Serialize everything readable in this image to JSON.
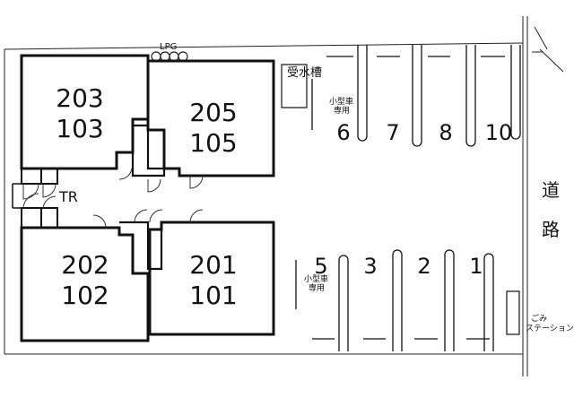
{
  "units": [
    {
      "id": "u-203-103",
      "upper": "203",
      "lower": "103"
    },
    {
      "id": "u-205-105",
      "upper": "205",
      "lower": "105"
    },
    {
      "id": "u-202-102",
      "upper": "202",
      "lower": "102"
    },
    {
      "id": "u-201-101",
      "upper": "201",
      "lower": "101"
    }
  ],
  "labels": {
    "lpg": "LPG",
    "tr": "TR",
    "water_tank": "受水槽",
    "road": "道路",
    "garbage_station_1": "ごみ",
    "garbage_station_2": "ステーション",
    "compact_car_1": "小型車",
    "compact_car_2": "専用"
  },
  "parking": {
    "top_row": [
      "6",
      "7",
      "8",
      "10"
    ],
    "bottom_row": [
      "5",
      "3",
      "2",
      "1"
    ]
  }
}
